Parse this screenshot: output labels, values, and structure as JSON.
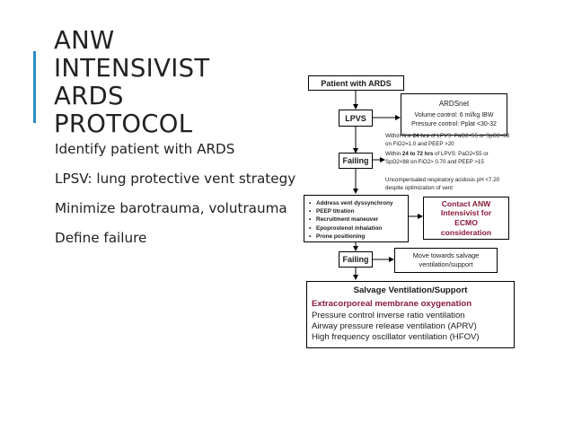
{
  "slide": {
    "title_lines": [
      "ANW",
      "INTENSIVIST",
      "ARDS",
      "PROTOCOL"
    ],
    "bullets": [
      "Identify patient with ARDS",
      "LPSV: lung protective vent strategy",
      "Minimize barotrauma, volutrauma",
      "Define failure"
    ],
    "accent_color": "#2b8cc4"
  },
  "flowchart": {
    "start": "Patient with ARDS",
    "lpvs": "LPVS",
    "ardsnet": {
      "title": "ARDSnet",
      "line1": "Volume control: 6 ml/kg IBW",
      "line2": "Pressure control: Pplat <30-32"
    },
    "failing1": "Failing",
    "failure_criteria": {
      "c1_prefix": "Within first ",
      "c1_bold": "24 hrs",
      "c1_rest": " of LPVS: PaO2<55 or SpO2<88 on FiO2=1.0 and PEEP >20",
      "c2_prefix": "Within ",
      "c2_bold": "24 to 72 hrs",
      "c2_rest": " of LPVS: PaO2<55 or SpO2<88 on FiO2> 0.70 and PEEP >15",
      "c3": "Uncompensated respiratory acidosis pH <7.20 despite optimization of vent"
    },
    "interventions": [
      "Address vent dyssynchrony",
      "PEEP titration",
      "Recruitment maneuver",
      "Epoprostenol inhalation",
      "Prone positioning"
    ],
    "ecmo": "Contact ANW Intensivist for ECMO consideration",
    "ecmo_color": "#8b1a3a",
    "failing2": "Failing",
    "move_towards": "Move towards salvage ventilation/support",
    "salvage": {
      "title": "Salvage Ventilation/Support",
      "options": [
        "Extracorporeal membrane oxygenation",
        "Pressure control inverse ratio ventilation",
        "Airway pressure release ventilation (APRV)",
        "High frequency oscillator ventilation (HFOV)"
      ]
    }
  }
}
